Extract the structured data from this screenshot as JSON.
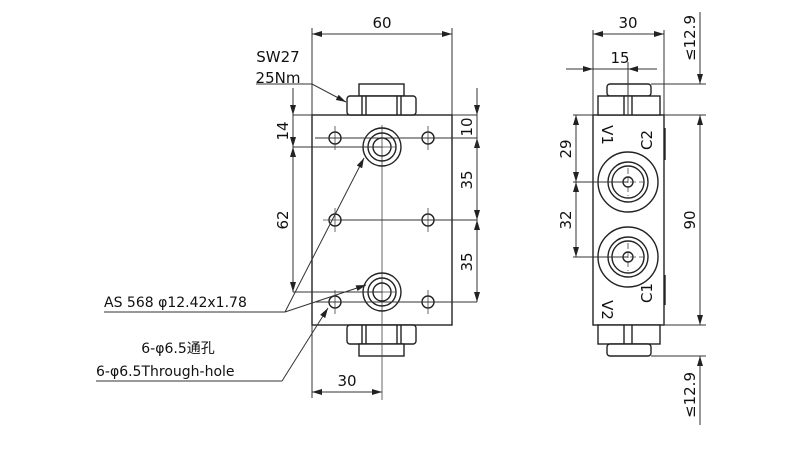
{
  "front_view": {
    "dim_width": "60",
    "dim_top_port": "14",
    "dim_port_spacing": "62",
    "dim_top_hole": "10",
    "dim_hole_pitch_1": "35",
    "dim_hole_pitch_2": "35",
    "dim_center": "30",
    "wrench_size": "SW27",
    "torque": "25Nm",
    "oring_label": "AS 568 φ12.42x1.78",
    "holes_label_cn": "6-φ6.5通孔",
    "holes_label_en": "6-φ6.5Through-hole"
  },
  "side_view": {
    "dim_width": "30",
    "dim_half": "15",
    "dim_top_port": "29",
    "dim_port_spacing": "32",
    "dim_height": "90",
    "dim_top_nut": "≤12.9",
    "dim_bottom_nut": "≤12.9",
    "port_v1": "V1",
    "port_v2": "V2",
    "port_c1": "C1",
    "port_c2": "C2"
  }
}
